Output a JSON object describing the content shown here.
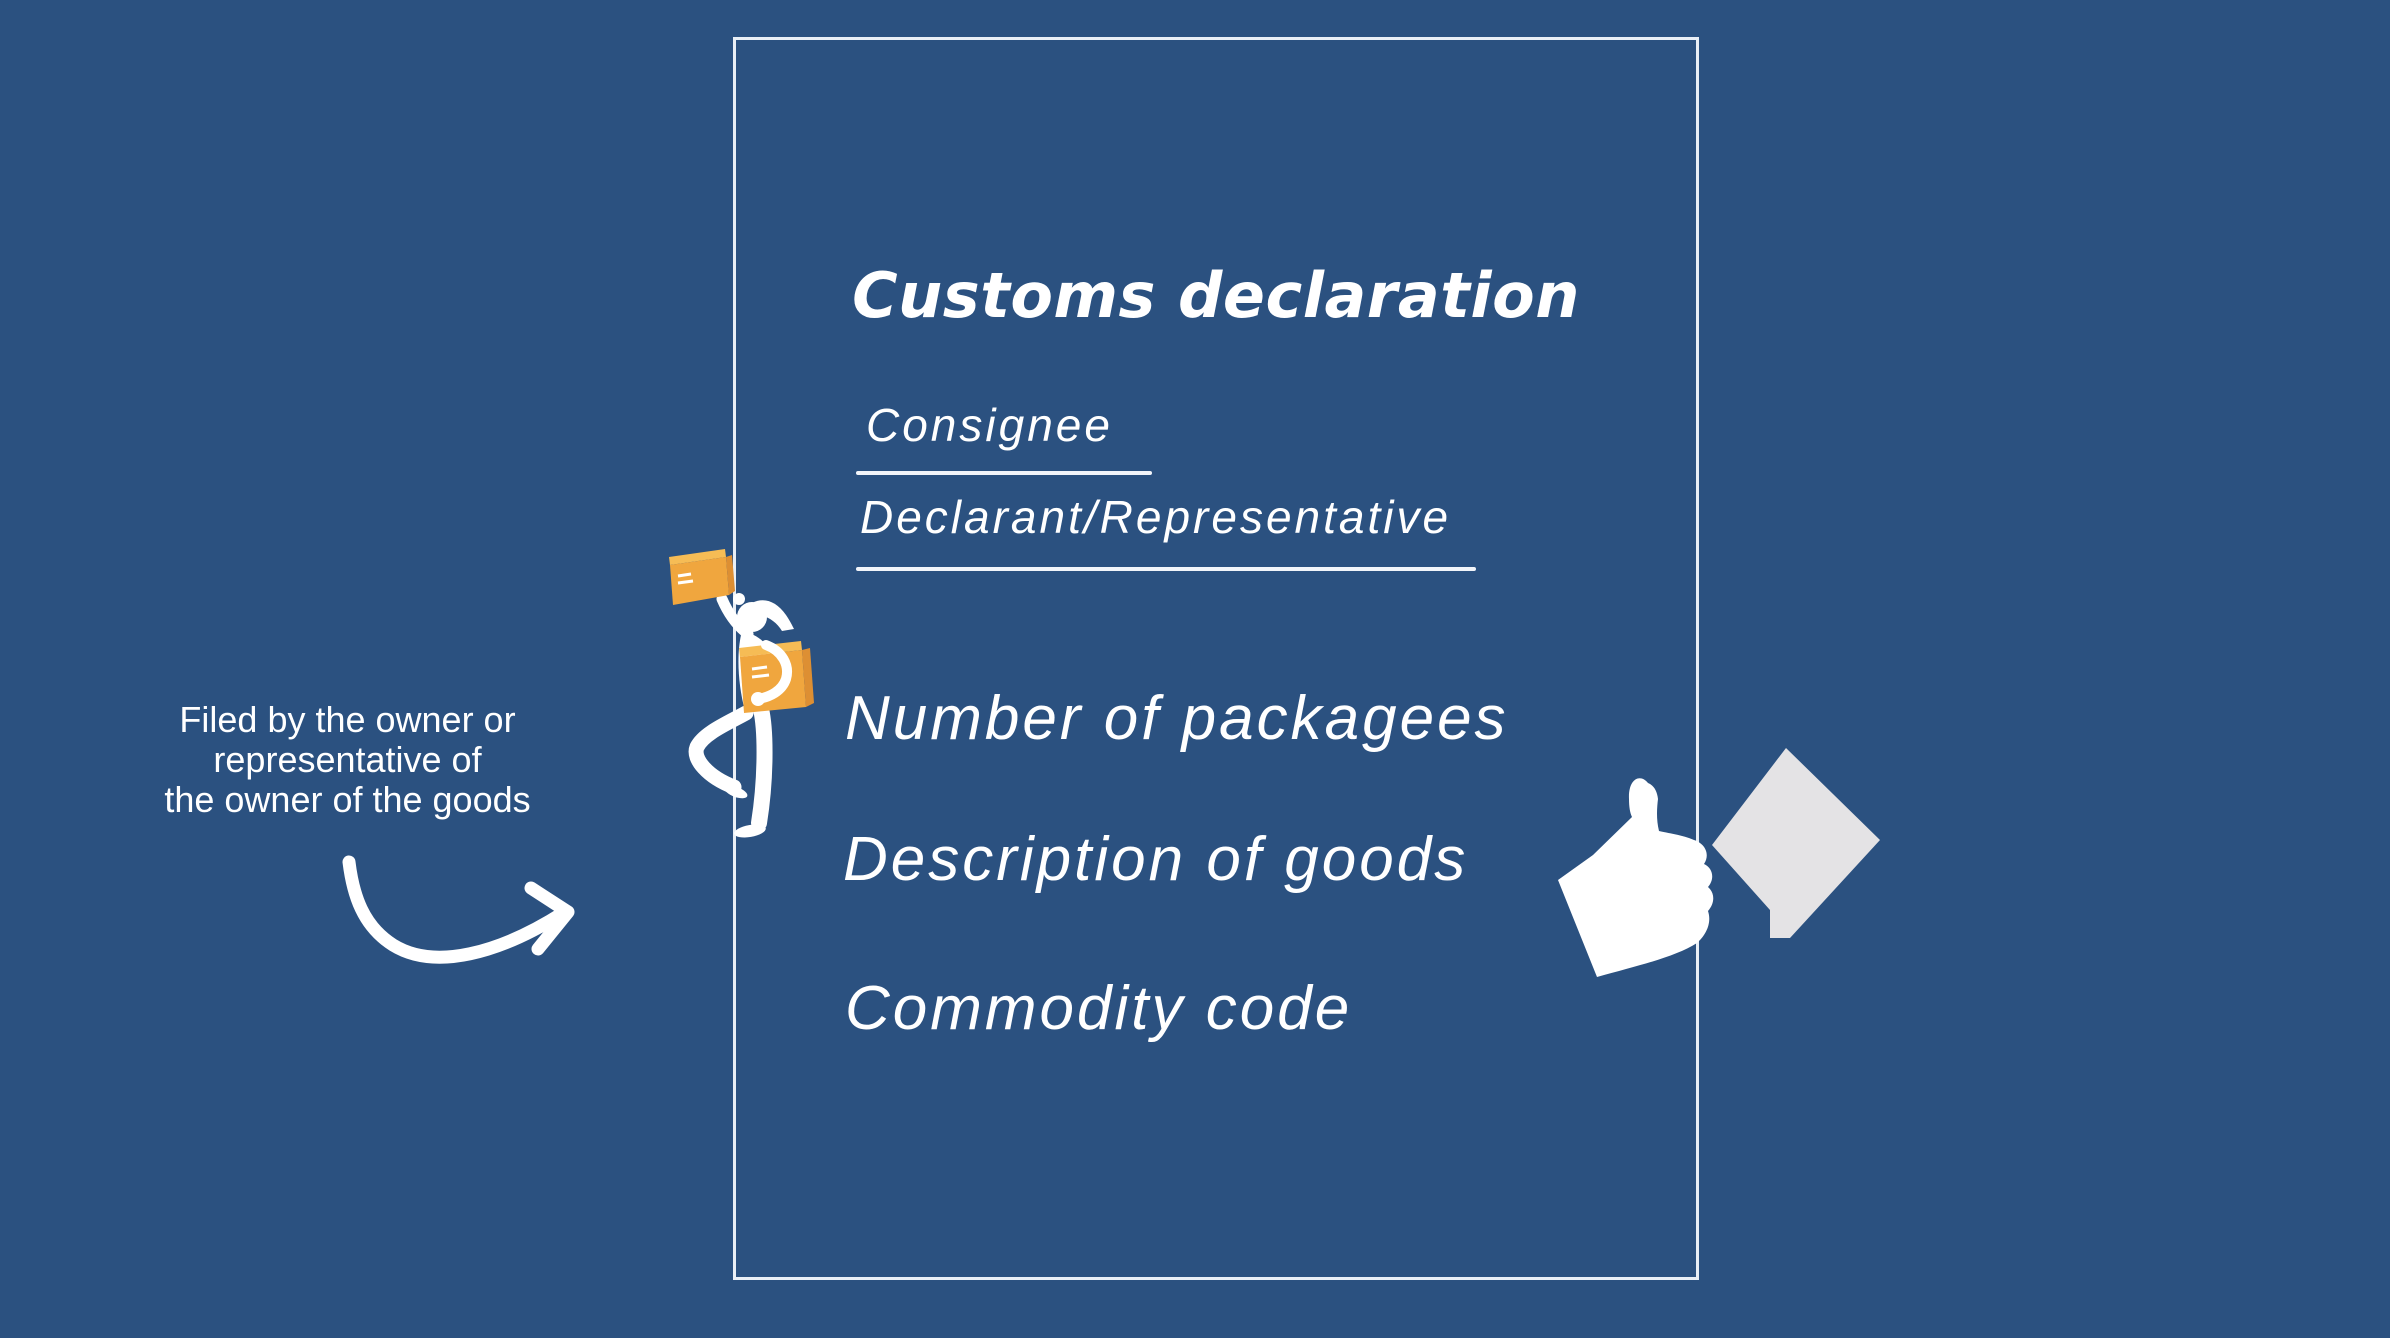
{
  "slide": {
    "background_color": "#2B5180",
    "card_border_color": "#E9EFF6",
    "title": "Customs declaration",
    "fields": {
      "consignee": "Consignee",
      "declarant": "Declarant/Representative"
    },
    "items": [
      "Number of packagees",
      "Description of goods",
      "Commodity code"
    ],
    "annotation": {
      "line1": "Filed by the owner or",
      "line2": "representative of",
      "line3": "the owner of the goods"
    },
    "icons": {
      "arrow": "curved-arrow",
      "person": "person-carrying-boxes",
      "thumb": "thumbs-up-hand",
      "paper": "tilted-paper-note"
    },
    "colors": {
      "box_face": "#F0A63E",
      "box_flap": "#F6BC55",
      "box_side": "#DD8F33",
      "paper_gray": "#E4E3E5",
      "white": "#FFFFFF"
    }
  }
}
